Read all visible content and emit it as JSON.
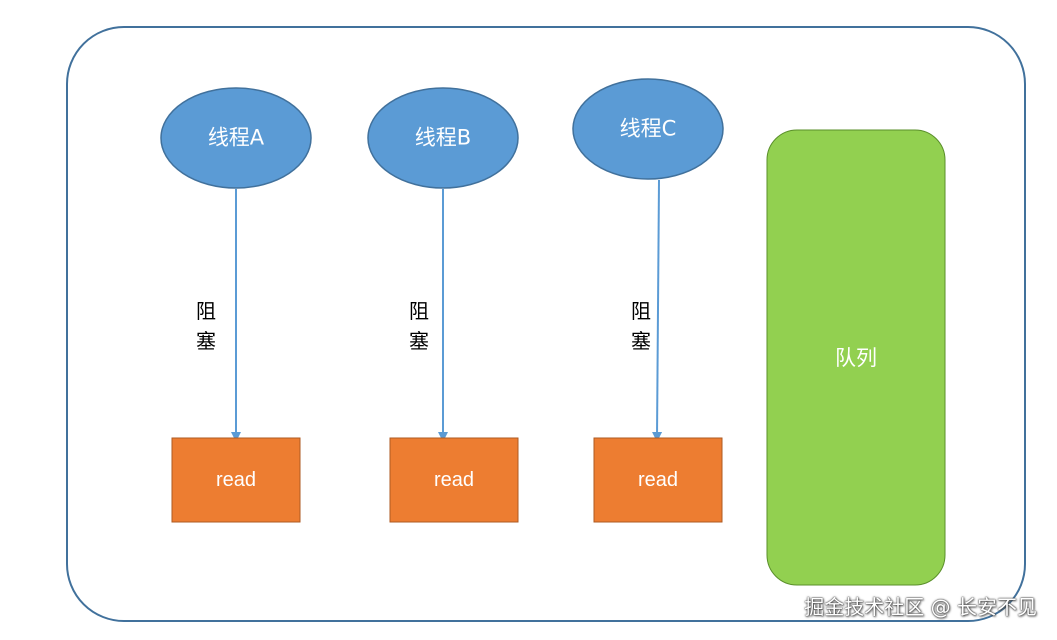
{
  "threads": [
    {
      "label": "线程A",
      "edge_label_top": "阻",
      "edge_label_bottom": "塞",
      "read_label": "read"
    },
    {
      "label": "线程B",
      "edge_label_top": "阻",
      "edge_label_bottom": "塞",
      "read_label": "read"
    },
    {
      "label": "线程C",
      "edge_label_top": "阻",
      "edge_label_bottom": "塞",
      "read_label": "read"
    }
  ],
  "queue": {
    "label": "队列"
  },
  "watermark": "掘金技术社区 @ 长安不见",
  "colors": {
    "frame_border": "#41719c",
    "thread_fill": "#5b9bd5",
    "thread_border": "#41719c",
    "arrow": "#5b9bd5",
    "read_fill": "#ed7d31",
    "read_border": "#ae5a21",
    "queue_fill": "#92d050",
    "queue_border": "#5a8f2a"
  }
}
